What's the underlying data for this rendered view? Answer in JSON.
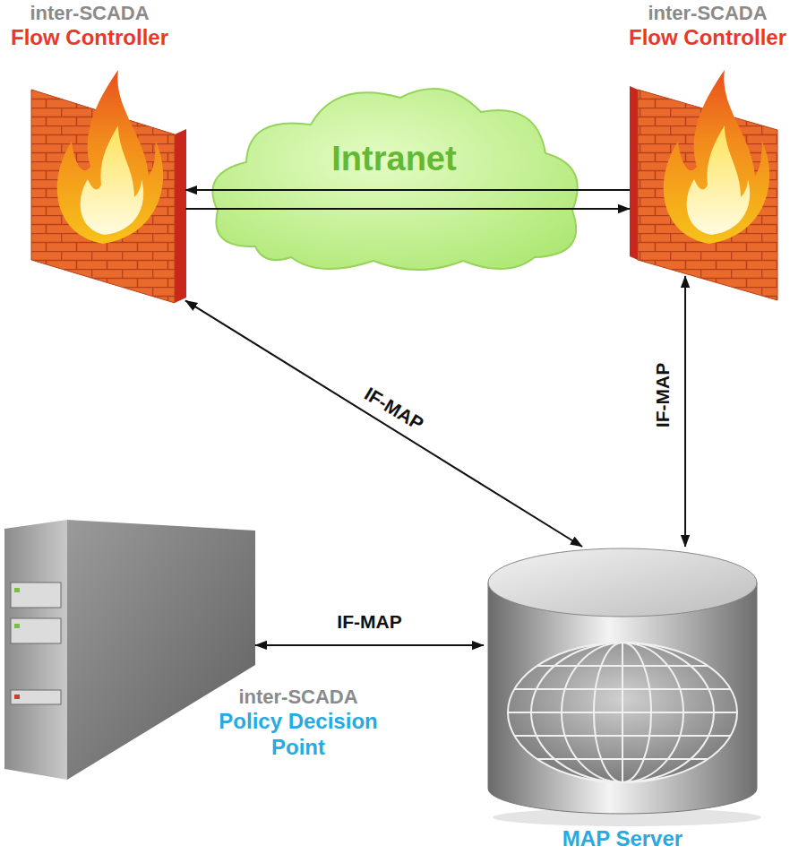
{
  "diagram": {
    "nodes": [
      {
        "text": [
          "inter-SCADA",
          "Flow Controller"
        ]
      },
      {
        "text": [
          "inter-SCADA",
          "Flow Controller"
        ]
      },
      {
        "text": [
          "Intranet"
        ]
      },
      {
        "text": [
          "inter-SCADA",
          "Policy Decision Point"
        ]
      },
      {
        "text": [
          "MAP Server"
        ]
      }
    ],
    "edges": [
      {
        "from": 1,
        "to": 0,
        "arrow": "to"
      },
      {
        "from": 0,
        "to": 1,
        "arrow": "to"
      },
      {
        "from": 0,
        "to": 4,
        "label": "IF-MAP",
        "arrow": "both"
      },
      {
        "from": 1,
        "to": 4,
        "label": "IF-MAP",
        "arrow": "both"
      },
      {
        "from": 3,
        "to": 4,
        "label": "IF-MAP",
        "arrow": "both"
      }
    ]
  }
}
